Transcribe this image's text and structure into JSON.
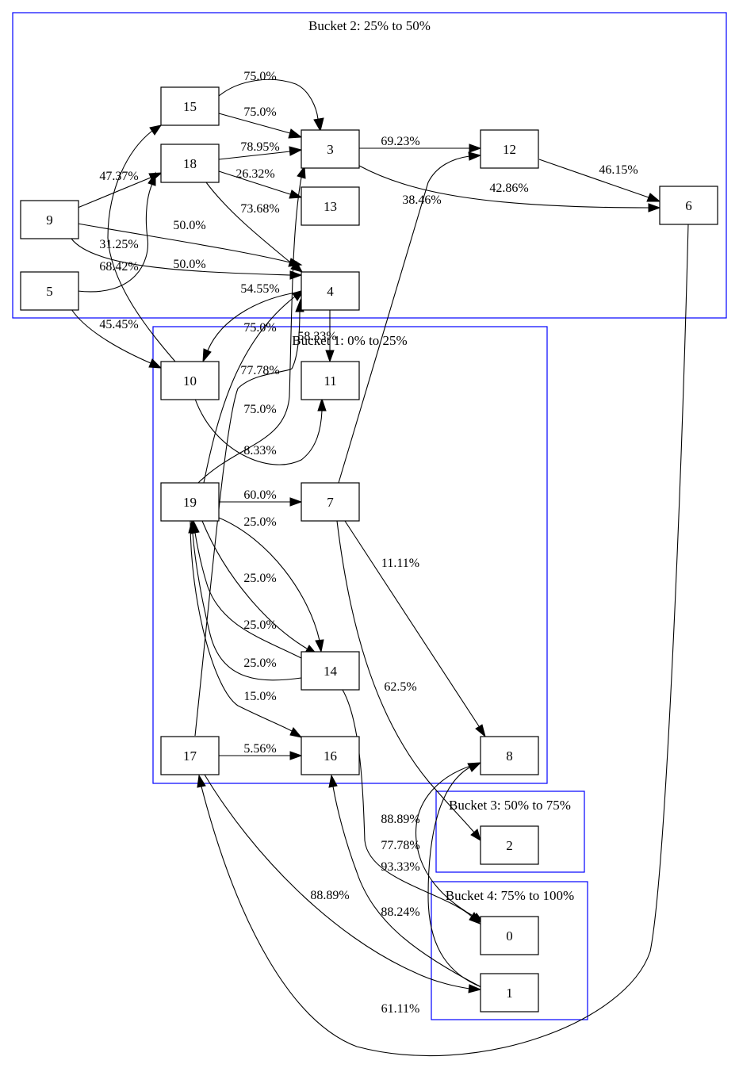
{
  "colors": {
    "cluster_border": "#0000ff",
    "node_border": "#000000",
    "edge": "#000000",
    "background": "#ffffff"
  },
  "clusters": {
    "b2": "Bucket 2: 25% to 50%",
    "b1": "Bucket 1: 0% to 25%",
    "b3": "Bucket 3: 50% to 75%",
    "b4": "Bucket 4: 75% to 100%"
  },
  "nodes": {
    "n0": "0",
    "n1": "1",
    "n2": "2",
    "n3": "3",
    "n4": "4",
    "n5": "5",
    "n6": "6",
    "n7": "7",
    "n8": "8",
    "n9": "9",
    "n10": "10",
    "n11": "11",
    "n12": "12",
    "n13": "13",
    "n14": "14",
    "n15": "15",
    "n16": "16",
    "n17": "17",
    "n18": "18",
    "n19": "19"
  },
  "edges": [
    {
      "id": "e15_3a",
      "from": "15",
      "to": "3",
      "label": "75.0%"
    },
    {
      "id": "e15_3b",
      "from": "15",
      "to": "3",
      "label": "75.0%"
    },
    {
      "id": "e18_3",
      "from": "18",
      "to": "3",
      "label": "78.95%"
    },
    {
      "id": "e18_13",
      "from": "18",
      "to": "13",
      "label": "26.32%"
    },
    {
      "id": "e18_4",
      "from": "18",
      "to": "4",
      "label": "73.68%"
    },
    {
      "id": "e3_12",
      "from": "3",
      "to": "12",
      "label": "69.23%"
    },
    {
      "id": "e3_6",
      "from": "3",
      "to": "6",
      "label": "42.86%"
    },
    {
      "id": "e12_6",
      "from": "12",
      "to": "6",
      "label": "46.15%"
    },
    {
      "id": "e7_12",
      "from": "7",
      "to": "12",
      "label": "38.46%"
    },
    {
      "id": "e9_18",
      "from": "9",
      "to": "18",
      "label": "47.37%"
    },
    {
      "id": "e9_4a",
      "from": "9",
      "to": "4",
      "label": "50.0%"
    },
    {
      "id": "e9_4b",
      "from": "9",
      "to": "4",
      "label": "50.0%"
    },
    {
      "id": "e10_15",
      "from": "10",
      "to": "15",
      "label": "31.25%"
    },
    {
      "id": "e5_18",
      "from": "5",
      "to": "18",
      "label": "68.42%"
    },
    {
      "id": "e5_10",
      "from": "5",
      "to": "10",
      "label": "45.45%"
    },
    {
      "id": "e4_10",
      "from": "4",
      "to": "10",
      "label": "54.55%"
    },
    {
      "id": "e19_4",
      "from": "19",
      "to": "4",
      "label": "75.0%"
    },
    {
      "id": "e4_11",
      "from": "4",
      "to": "11",
      "label": "58.33%"
    },
    {
      "id": "e17_4",
      "from": "17",
      "to": "4",
      "label": "77.78%"
    },
    {
      "id": "e19_3",
      "from": "19",
      "to": "3",
      "label": "75.0%"
    },
    {
      "id": "e10_11",
      "from": "10",
      "to": "11",
      "label": "8.33%"
    },
    {
      "id": "e19_7",
      "from": "19",
      "to": "7",
      "label": "60.0%"
    },
    {
      "id": "e19_14a",
      "from": "19",
      "to": "14",
      "label": "25.0%"
    },
    {
      "id": "e19_14b",
      "from": "19",
      "to": "14",
      "label": "25.0%"
    },
    {
      "id": "e14_19a",
      "from": "14",
      "to": "19",
      "label": "25.0%"
    },
    {
      "id": "e14_19b",
      "from": "14",
      "to": "19",
      "label": "25.0%"
    },
    {
      "id": "e19_16",
      "from": "19",
      "to": "16",
      "label": "15.0%"
    },
    {
      "id": "e7_8",
      "from": "7",
      "to": "8",
      "label": "11.11%"
    },
    {
      "id": "e7_2",
      "from": "7",
      "to": "2",
      "label": "62.5%"
    },
    {
      "id": "e17_16",
      "from": "17",
      "to": "16",
      "label": "5.56%"
    },
    {
      "id": "e8_0",
      "from": "8",
      "to": "0",
      "label": "88.89%"
    },
    {
      "id": "e14_0",
      "from": "14",
      "to": "0",
      "label": "77.78%"
    },
    {
      "id": "e1_8",
      "from": "1",
      "to": "8",
      "label": "93.33%"
    },
    {
      "id": "e1_16",
      "from": "1",
      "to": "16",
      "label": "88.24%"
    },
    {
      "id": "e17_1",
      "from": "17",
      "to": "1",
      "label": "88.89%"
    },
    {
      "id": "e6_17",
      "from": "6",
      "to": "17",
      "label": "61.11%"
    }
  ]
}
